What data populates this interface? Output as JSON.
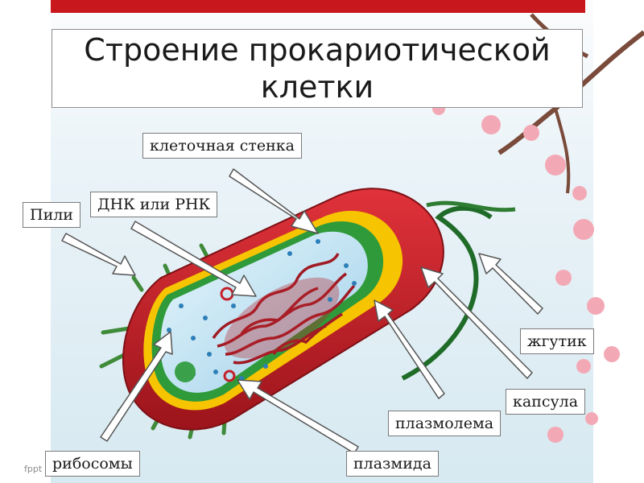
{
  "title": "Строение прокариотической клетки",
  "labels": {
    "cell_wall": "клеточная стенка",
    "pili": "Пили",
    "dna_rna": "ДНК или РНК",
    "flagellum": "жгутик",
    "capsule": "капсула",
    "plasmalemma": "плазмолема",
    "ribosomes": "рибосомы",
    "plasmid": "плазмида"
  },
  "footer": "fppt",
  "colors": {
    "title_bar": "#c8171d",
    "capsule": "#c8202a",
    "cell_wall": "#f6c400",
    "membrane": "#2f9a3a",
    "cytoplasm": "#bfe3f3",
    "dna": "#9e1b24",
    "flagellum": "#2e7d32"
  }
}
